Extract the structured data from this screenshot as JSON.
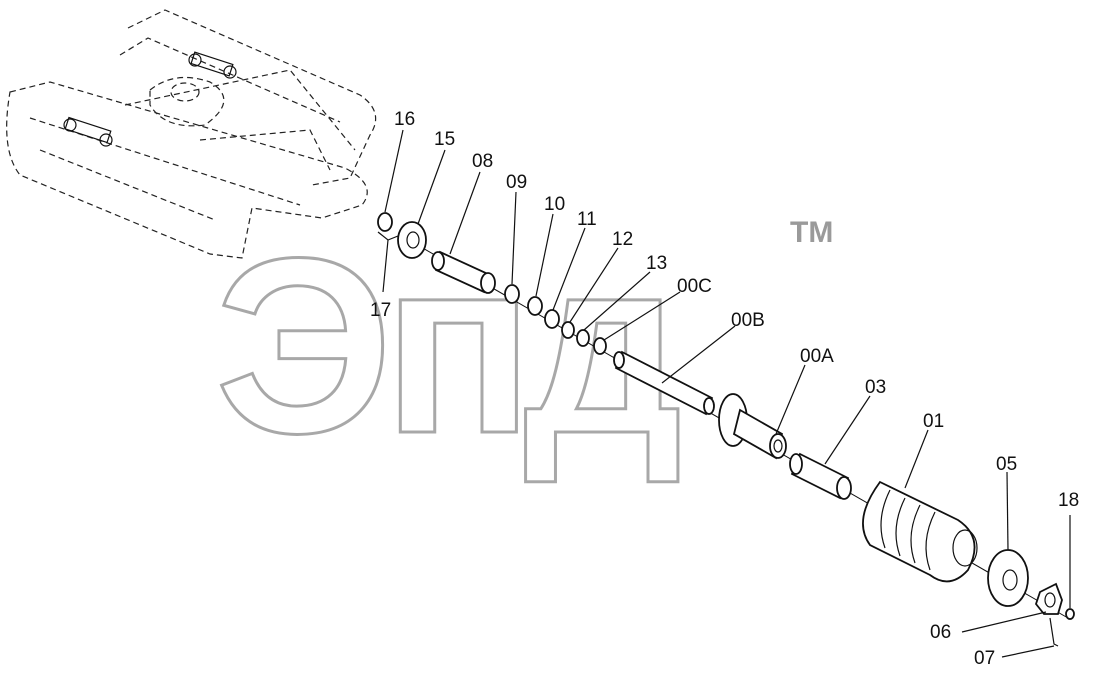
{
  "watermark": {
    "text": "Эпд",
    "trademark": "TM"
  },
  "parts": [
    {
      "id": "p16",
      "label": "16"
    },
    {
      "id": "p15",
      "label": "15"
    },
    {
      "id": "p08",
      "label": "08"
    },
    {
      "id": "p09",
      "label": "09"
    },
    {
      "id": "p10",
      "label": "10"
    },
    {
      "id": "p11",
      "label": "11"
    },
    {
      "id": "p12",
      "label": "12"
    },
    {
      "id": "p13",
      "label": "13"
    },
    {
      "id": "p00C",
      "label": "00C"
    },
    {
      "id": "p00B",
      "label": "00B"
    },
    {
      "id": "p00A",
      "label": "00A"
    },
    {
      "id": "p03",
      "label": "03"
    },
    {
      "id": "p01",
      "label": "01"
    },
    {
      "id": "p05",
      "label": "05"
    },
    {
      "id": "p18",
      "label": "18"
    },
    {
      "id": "p17",
      "label": "17"
    },
    {
      "id": "p06",
      "label": "06"
    },
    {
      "id": "p07",
      "label": "07"
    }
  ]
}
